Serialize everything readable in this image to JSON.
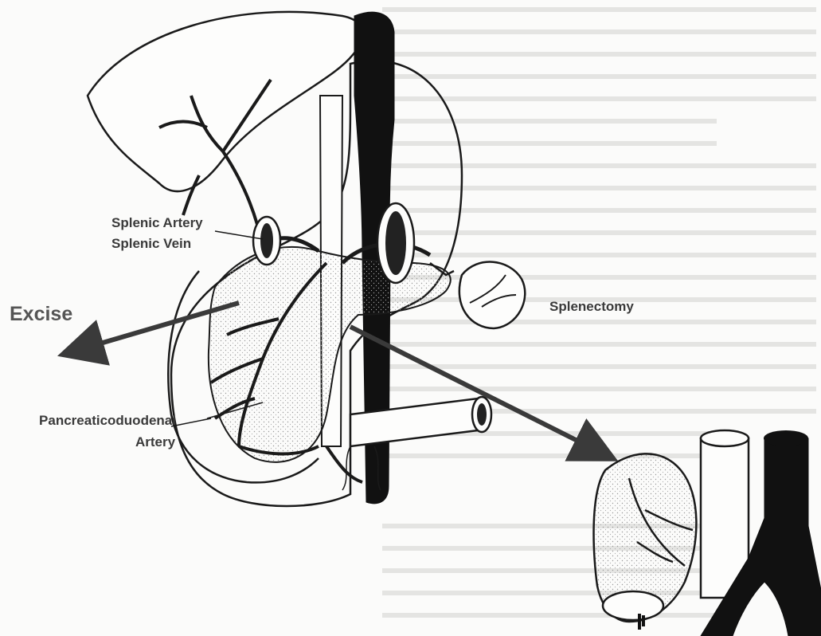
{
  "labels": {
    "splenic_artery": "Splenic Artery",
    "splenic_vein": "Splenic Vein",
    "excise": "Excise",
    "splenectomy": "Splenectomy",
    "pancreaticoduodenal_1": "Pancreaticoduodenal",
    "pancreaticoduodenal_2": "Artery"
  },
  "colors": {
    "ink": "#1a1a1a",
    "stipple": "#888888",
    "faint_text": "#d6d6d4"
  }
}
